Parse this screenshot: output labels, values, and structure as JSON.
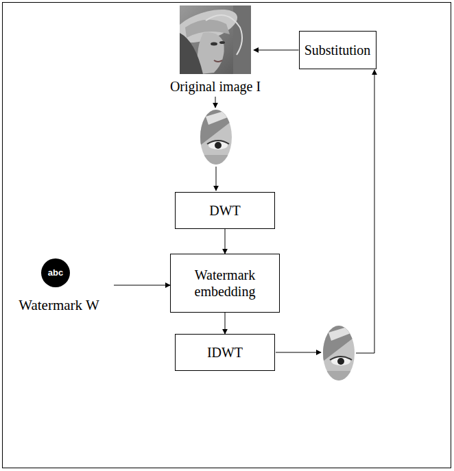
{
  "diagram": {
    "nodes": [
      {
        "text": [
          "Original image I"
        ]
      },
      {
        "text": [
          "Substitution"
        ]
      },
      {
        "text": [
          "DWT"
        ]
      },
      {
        "text": [
          "Watermark embedding"
        ]
      },
      {
        "text": [
          "abc",
          "Watermark W"
        ]
      },
      {
        "text": [
          "IDWT"
        ]
      }
    ],
    "edges": [
      {
        "from": 1,
        "to": 0,
        "arrow": "to"
      },
      {
        "from": 2,
        "to": 3,
        "arrow": "to"
      },
      {
        "from": 4,
        "to": 3,
        "arrow": "to"
      },
      {
        "from": 3,
        "to": 5,
        "arrow": "to"
      }
    ]
  }
}
